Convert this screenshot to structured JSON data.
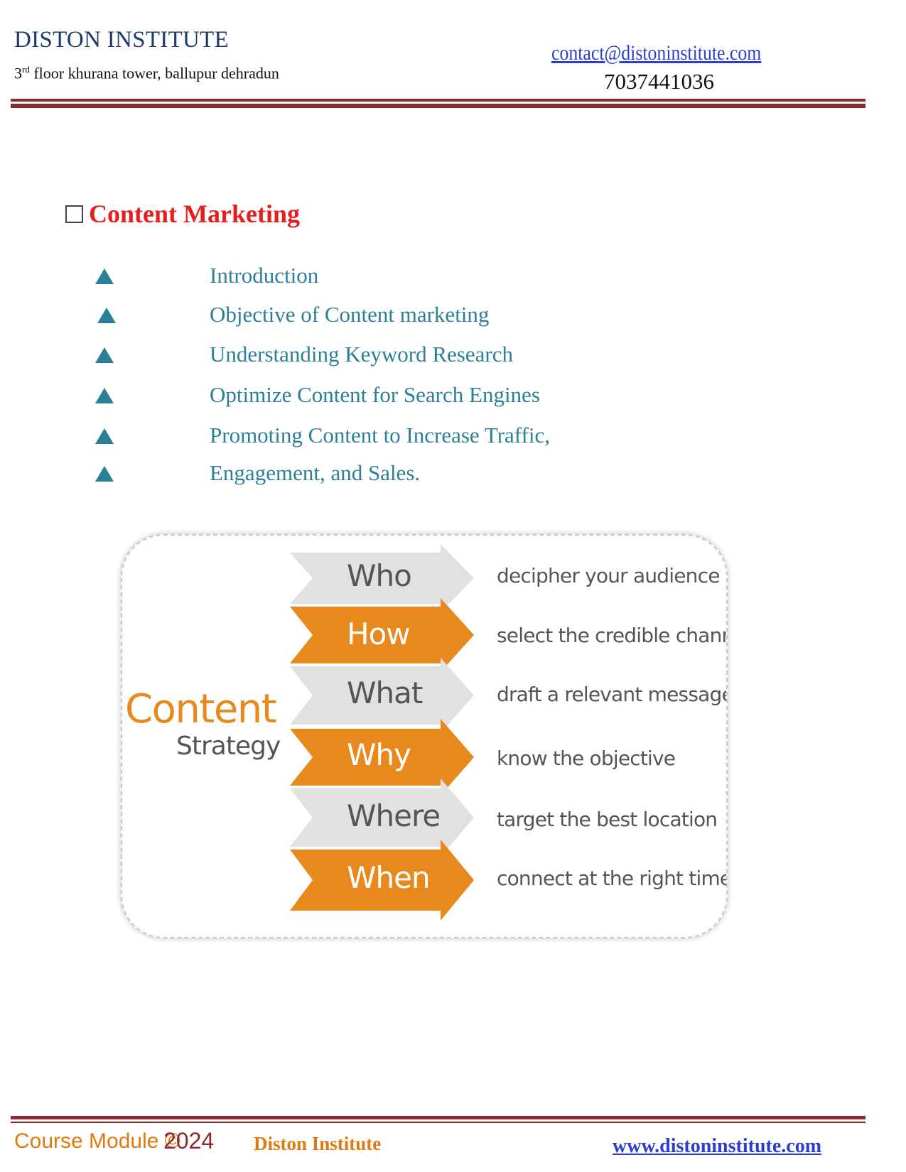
{
  "header": {
    "institute_name": "DISTON INSTITUTE",
    "address_prefix": "3",
    "address_sup": "rd",
    "address_rest": " floor khurana tower, ballupur dehradun",
    "email": "contact@distoninstitute.com",
    "phone": "7037441036"
  },
  "section": {
    "title": "Content Marketing",
    "items": [
      "Introduction",
      "Objective of Content marketing",
      "Understanding Keyword Research",
      "Optimize Content for Search Engines",
      "Promoting Content to Increase Traffic,",
      "Engagement, and Sales."
    ]
  },
  "infographic": {
    "title_main": "Content",
    "title_sub": "Strategy",
    "rows": [
      {
        "label": "Who",
        "description": "decipher your audience"
      },
      {
        "label": "How",
        "description": "select the credible channel"
      },
      {
        "label": "What",
        "description": "draft a relevant message"
      },
      {
        "label": "Why",
        "description": "know the objective"
      },
      {
        "label": "Where",
        "description": "target the best location"
      },
      {
        "label": "When",
        "description": "connect at the right time"
      }
    ],
    "colors": {
      "gray": "#e1e1e1",
      "orange": "#e8891e"
    }
  },
  "footer": {
    "module_text": "Course Module ©",
    "year": "2024",
    "institute": "Diston Institute",
    "website": "www.distoninstitute.com"
  }
}
